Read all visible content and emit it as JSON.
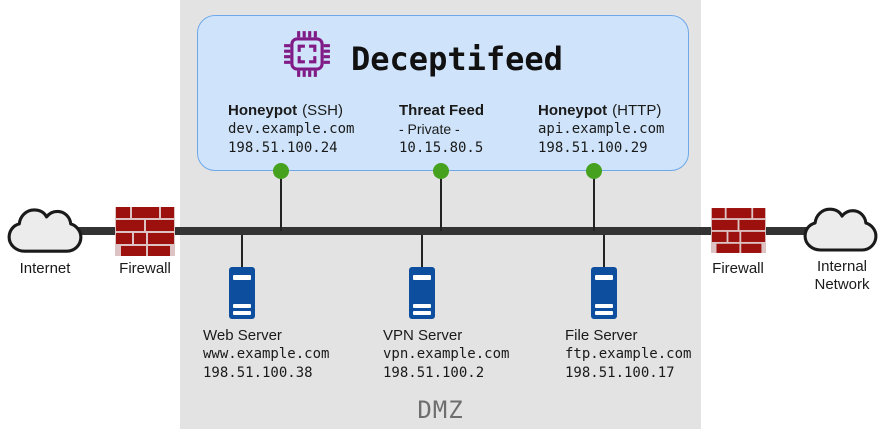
{
  "zone_label": "DMZ",
  "panel": {
    "title": "Deceptifeed",
    "nodes": [
      {
        "title": "Honeypot",
        "title_suffix": "(SSH)",
        "line2": "dev.example.com",
        "ip": "198.51.100.24"
      },
      {
        "title": "Threat Feed",
        "title_suffix": "",
        "line2": "- Private -",
        "ip": "10.15.80.5"
      },
      {
        "title": "Honeypot",
        "title_suffix": "(HTTP)",
        "line2": "api.example.com",
        "ip": "198.51.100.29"
      }
    ]
  },
  "servers": [
    {
      "name": "Web Server",
      "host": "www.example.com",
      "ip": "198.51.100.38"
    },
    {
      "name": "VPN Server",
      "host": "vpn.example.com",
      "ip": "198.51.100.2"
    },
    {
      "name": "File Server",
      "host": "ftp.example.com",
      "ip": "198.51.100.17"
    }
  ],
  "endpoints": {
    "internet_label": "Internet",
    "left_firewall_label": "Firewall",
    "right_firewall_label": "Firewall",
    "internal_network_label": "Internal Network"
  },
  "colors": {
    "dmz_background": "#e3e3e3",
    "panel_background": "#cfe4fb",
    "panel_border": "#6fa8ea",
    "bus_line": "#333333",
    "connector_dot_green": "#46a21e",
    "server_blue": "#0d4f9e",
    "firewall_brick_red": "#9c100d",
    "chip_icon_purple": "#801a86",
    "cloud_fill": "#ececec",
    "dmz_label_gray": "#6e6e6e"
  }
}
